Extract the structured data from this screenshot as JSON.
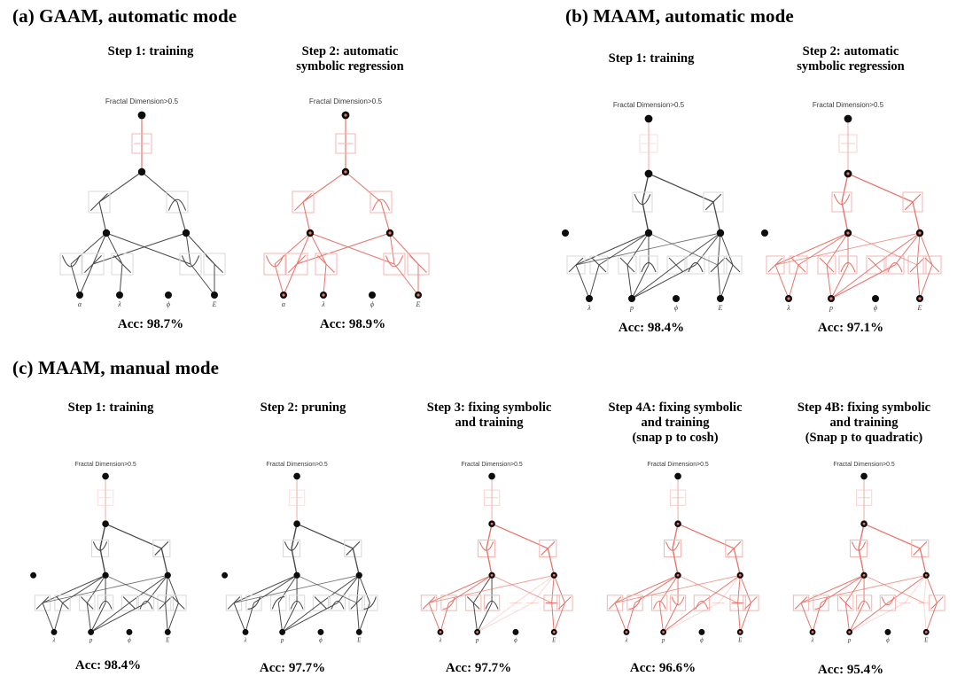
{
  "figure": {
    "output_label": "Fractal Dimension>0.5",
    "colors": {
      "symbolic_red": "#e8746a",
      "numeric_black": "#4a4a4a",
      "node_black": "#0d0d0d",
      "box_red": "#f3b6b0",
      "box_gray": "#d8d8d8",
      "faded_red": "#f6cfca",
      "faded_gray": "#eaeaea"
    }
  },
  "panels": [
    {
      "id": "a",
      "title": "(a) GAAM, automatic mode",
      "inputs": [
        "α",
        "λ",
        "ϕ",
        "E"
      ],
      "steps": [
        {
          "label": "Step 1: training",
          "accuracy": "Acc: 98.7%",
          "mode": "gaam-train"
        },
        {
          "label": "Step 2: automatic\nsymbolic regression",
          "accuracy": "Acc: 98.9%",
          "mode": "gaam-symbolic"
        }
      ]
    },
    {
      "id": "b",
      "title": "(b) MAAM, automatic mode",
      "inputs": [
        "λ",
        "p",
        "ϕ",
        "E"
      ],
      "steps": [
        {
          "label": "Step 1: training",
          "accuracy": "Acc: 98.4%",
          "mode": "maam-train"
        },
        {
          "label": "Step 2: automatic\nsymbolic regression",
          "accuracy": "Acc: 97.1%",
          "mode": "maam-symbolic"
        }
      ]
    },
    {
      "id": "c",
      "title": "(c) MAAM, manual mode",
      "inputs": [
        "λ",
        "p",
        "ϕ",
        "E"
      ],
      "steps": [
        {
          "label": "Step 1: training",
          "accuracy": "Acc: 98.4%",
          "mode": "maam-train"
        },
        {
          "label": "Step 2: pruning",
          "accuracy": "Acc: 97.7%",
          "mode": "maam-pruned"
        },
        {
          "label": "Step 3: fixing symbolic\nand training",
          "accuracy": "Acc: 97.7%",
          "mode": "maam-fix-mixed"
        },
        {
          "label": "Step 4A: fixing symbolic\nand training\n(snap p to cosh)",
          "accuracy": "Acc: 96.6%",
          "mode": "maam-fix-red"
        },
        {
          "label": "Step 4B: fixing symbolic\nand training\n(Snap p to quadratic)",
          "accuracy": "Acc: 95.4%",
          "mode": "maam-fix-red2"
        }
      ]
    }
  ]
}
